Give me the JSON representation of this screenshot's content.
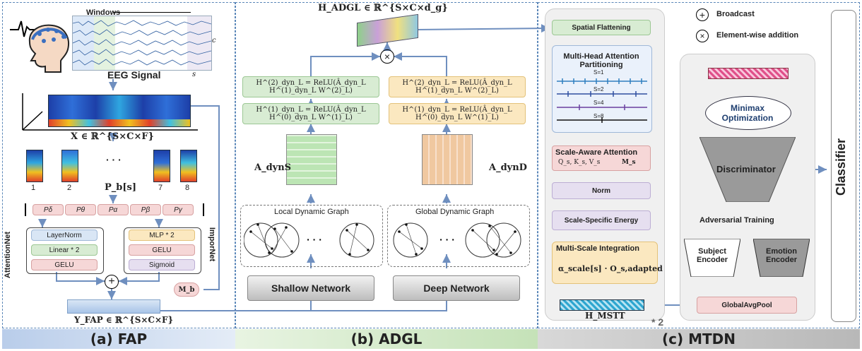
{
  "fap": {
    "windows_label": "Windows",
    "c_label": "c",
    "s_label": "s",
    "eeg_label": "EEG Signal",
    "x_formula": "X ∈ ℝ^{S×C×F}",
    "p_formula": "P_b[s]",
    "dots": "· · ·",
    "window_numbers": [
      "1",
      "2",
      "7",
      "8"
    ],
    "bands": [
      "Pδ",
      "Pθ",
      "Pα",
      "Pβ",
      "Pγ"
    ],
    "attention_net": {
      "title": "AttentionNet",
      "layers": [
        "LayerNorm",
        "Linear * 2",
        "GELU"
      ]
    },
    "impor_net": {
      "title": "ImporNet",
      "layers": [
        "MLP * 2",
        "GELU",
        "Sigmoid"
      ]
    },
    "m_b": "M_b",
    "y_formula": "Y_FAP ∈ ℝ^{S×C×F}"
  },
  "adgl": {
    "h_formula": "H_ADGL ∈ ℝ^{S×C×d_g}",
    "h2_left": "H^(2)_dyn_L = ReLU(Â_dyn_L H^(1)_dyn_L W^(2)_L)",
    "h1_left": "H^(1)_dyn_L = ReLU(Â_dyn_L H^(0)_dyn_L W^(1)_L)",
    "h2_right": "H^(2)_dyn_L = ReLU(Â_dyn_L H^(1)_dyn_L W^(2)_L)",
    "h1_right": "H^(1)_dyn_L = ReLU(Â_dyn_L H^(0)_dyn_L W^(1)_L)",
    "a_dyns": "A_dynS",
    "a_dynd": "A_dynD",
    "local_graph": "Local Dynamic Graph",
    "global_graph": "Global Dynamic Graph",
    "shallow": "Shallow Network",
    "deep": "Deep Network"
  },
  "mtdn": {
    "spatial": "Spatial Flattening",
    "mhap": "Multi-Head Attention Partitioning",
    "scales": [
      "S=1",
      "S=2",
      "S=4",
      "S=8"
    ],
    "scale_aware": "Scale-Aware Attention",
    "qkv": "Q_s, K_s, V_s",
    "ms": "M_s",
    "norm": "Norm",
    "energy": "Scale-Specific Energy",
    "integration": "Multi-Scale Integration",
    "integration_formula": "α_scale[s] · O_s,adapted",
    "h_mstt": "H_MSTT",
    "times2": "* 2",
    "broadcast": "Broadcast",
    "elementwise": "Element-wise addition",
    "minimax": "Minimax Optimization",
    "discriminator": "Discriminator",
    "adversarial": "Adversarial Training",
    "subject": "Subject Encoder",
    "emotion": "Emotion Encoder",
    "gap": "GlobalAvgPool",
    "classifier": "Classifier"
  },
  "captions": {
    "a": "(a) FAP",
    "b": "(b) ADGL",
    "c": "(c) MTDN"
  },
  "colors": {
    "panel_border": "#5a86b8",
    "cap_a": "#c9d8ef",
    "cap_b": "#cfe8c4",
    "cap_c": "#c9c9c9",
    "arrow": "#6f8fbf"
  }
}
